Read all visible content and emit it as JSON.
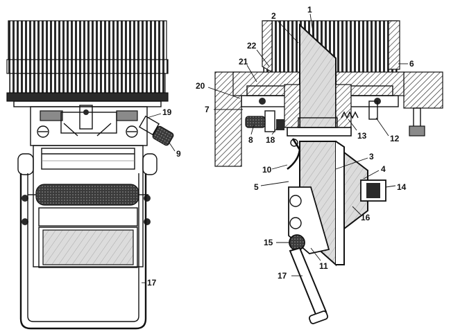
{
  "colors": {
    "ink": "#111111",
    "paper": "#ffffff",
    "mid": "#8a8a8a",
    "dark": "#2a2a2a",
    "glass": "#d4d4d4"
  },
  "callouts": [
    "1",
    "2",
    "22",
    "21",
    "6",
    "20",
    "7",
    "8",
    "18",
    "13",
    "12",
    "10",
    "3",
    "4",
    "5",
    "14",
    "16",
    "15",
    "11",
    "17",
    "19",
    "9"
  ]
}
